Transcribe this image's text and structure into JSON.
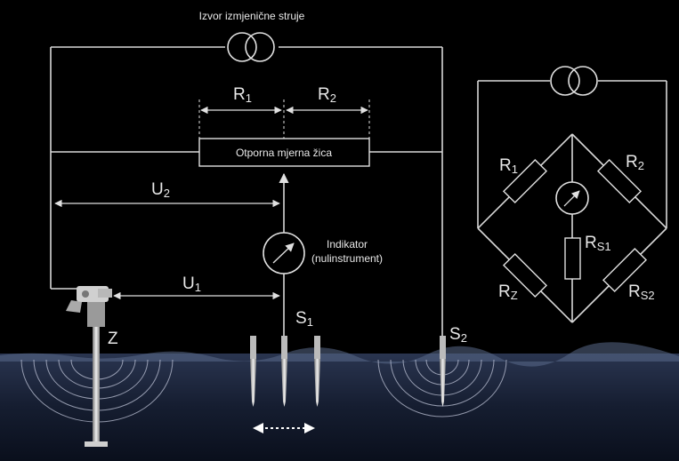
{
  "source_label": "Izvor izmjenične struje",
  "wire_label": "Otporna mjerna žica",
  "indicator": {
    "line1": "Indikator",
    "line2": "(nulinstrument)"
  },
  "labels": {
    "r1": {
      "main": "R",
      "sub": "1"
    },
    "r2": {
      "main": "R",
      "sub": "2"
    },
    "u1": {
      "main": "U",
      "sub": "1"
    },
    "u2": {
      "main": "U",
      "sub": "2"
    },
    "z": "Z",
    "s1": {
      "main": "S",
      "sub": "1"
    },
    "s2": {
      "main": "S",
      "sub": "2"
    }
  },
  "bridge": {
    "r1": {
      "main": "R",
      "sub": "1"
    },
    "r2": {
      "main": "R",
      "sub": "2"
    },
    "rs1": {
      "main": "R",
      "sub": "S1"
    },
    "rz": {
      "main": "R",
      "sub": "Z"
    },
    "rs2": {
      "main": "R",
      "sub": "S2"
    }
  }
}
